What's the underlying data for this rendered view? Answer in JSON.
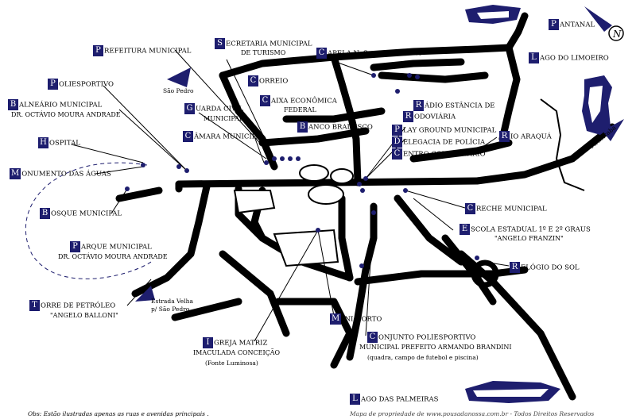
{
  "labels": {
    "prefeitura": {
      "initial": "P",
      "text": "REFEITURA MUNICIPAL"
    },
    "secretaria": {
      "initial": "S",
      "text": "ECRETARIA MUNICIPAL",
      "line2": "DE TURISMO"
    },
    "capela": {
      "initial": "C",
      "text": "APELA N. Sra. APARECIDA"
    },
    "pantanal": {
      "initial": "P",
      "text": "ANTANAL"
    },
    "lago_limoeiro": {
      "initial": "L",
      "text": "AGO DO LIMOEIRO"
    },
    "sao_pedro": "São Pedro",
    "poliesportivo_top": {
      "initial": "P",
      "text": "OLIESPORTIVO"
    },
    "correio": {
      "initial": "C",
      "text": "ORREIO"
    },
    "balneario": {
      "initial": "B",
      "text": "ALNEÁRIO MUNICIPAL",
      "line2": "DR. OCTÁVIO MOURA ANDRADE"
    },
    "guarda": {
      "initial": "G",
      "text": "UARDA CIVIL",
      "line2": "MUNICIPAL"
    },
    "caixa": {
      "initial": "C",
      "text": "AIXA ECONÔMICA",
      "line2": "FEDERAL"
    },
    "radio": {
      "initial": "R",
      "text": "ÁDIO ESTÂNCIA DE"
    },
    "rodoviaria": {
      "initial": "R",
      "text": "ODOVIÁRIA"
    },
    "banco": {
      "initial": "B",
      "text": "ANCO BRADESCO"
    },
    "playground": {
      "initial": "P",
      "text": "LAY GROUND MUNICIPAL"
    },
    "delegacia": {
      "initial": "D",
      "text": "ELEGACIA DE POLÍCIA"
    },
    "centro": {
      "initial": "C",
      "text": "ENTRO COMUNITÁRIO"
    },
    "rio": {
      "initial": "R",
      "text": "IO ARAQUÁ"
    },
    "piracicaba": "Piracicaba",
    "hospital": {
      "initial": "H",
      "text": "OSPITAL"
    },
    "camara": {
      "initial": "C",
      "text": "ÂMARA MUNICIPAL"
    },
    "monumento": {
      "initial": "M",
      "text": "ONUMENTO DAS ÁGUAS"
    },
    "bosque": {
      "initial": "B",
      "text": "OSQUE MUNICIPAL"
    },
    "creche": {
      "initial": "C",
      "text": "RECHE MUNICIPAL"
    },
    "escola": {
      "initial": "E",
      "text": "SCOLA ESTADUAL 1º E 2º GRAUS",
      "line2": "\"ANGELO FRANZIN\""
    },
    "parque": {
      "initial": "P",
      "text": "ARQUE MUNICIPAL",
      "line2": "DR. OCTÁVIO MOURA ANDRADE"
    },
    "relogio": {
      "initial": "R",
      "text": "ELÓGIO DO SOL"
    },
    "estrada_velha": "Estrada Velha",
    "estrada_velha2": "p/ São Pedro",
    "torre": {
      "initial": "T",
      "text": "ORRE DE PETRÓLEO",
      "line2": "\"ANGELO BALLONI\""
    },
    "mini_horto": {
      "initial": "M",
      "text": "INI HORTO"
    },
    "conjunto": {
      "initial": "C",
      "text": "ONJUNTO POLIESPORTIVO",
      "line2": "MUNICIPAL PREFEITO ARMANDO BRANDINI",
      "line3": "(quadra, campo de futebol e piscina)"
    },
    "igreja": {
      "initial": "I",
      "text": "GREJA MATRIZ",
      "line2": "IMACULADA CONCEIÇÃO",
      "line3": "(Fonte Luminosa)"
    },
    "lago_palmeiras": {
      "initial": "L",
      "text": "AGO DAS PALMEIRAS"
    }
  },
  "compass": "N",
  "footer": {
    "obs": "Obs: Estão ilustradas apenas as ruas e avenidas principais .",
    "credit": "Mapa de propriedade de www.pousadanossa.com.br - Todos Direitos Reservados"
  },
  "colors": {
    "road": "#000000",
    "marker": "#1e1e6e",
    "water": "#1e1e6e"
  }
}
